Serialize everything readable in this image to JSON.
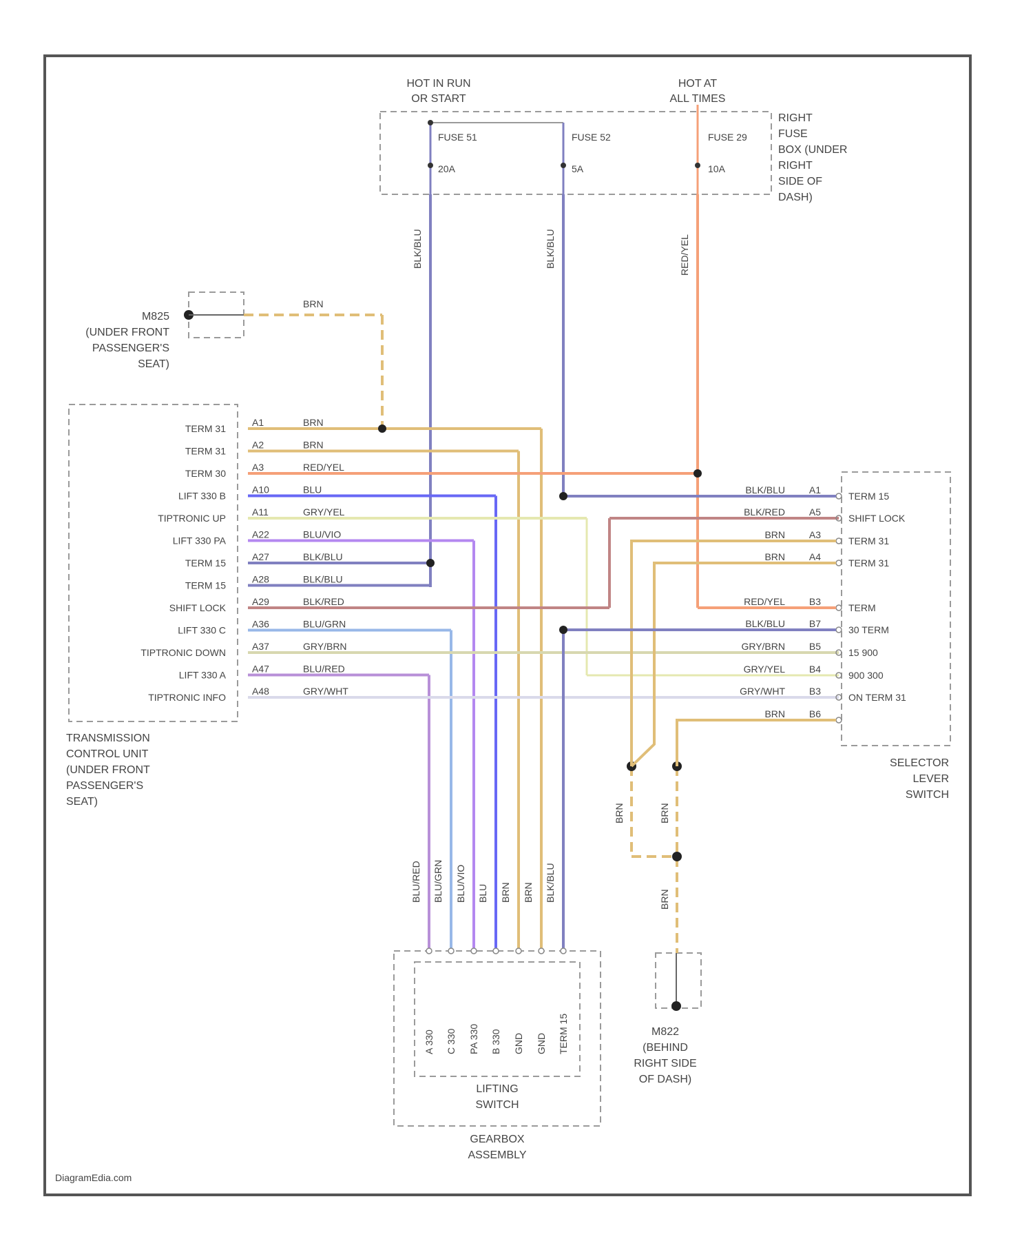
{
  "supplies": {
    "hot_run_start": [
      "HOT IN RUN",
      "OR START"
    ],
    "hot_all_times": [
      "HOT AT",
      "ALL TIMES"
    ]
  },
  "fuse_box": {
    "label": [
      "RIGHT",
      "FUSE",
      "BOX (UNDER",
      "RIGHT",
      "SIDE OF",
      "DASH)"
    ],
    "fuses": [
      {
        "name": "FUSE 51",
        "rating": "20A",
        "wire": "BLK/BLU"
      },
      {
        "name": "FUSE 52",
        "rating": "5A",
        "wire": "BLK/BLU"
      },
      {
        "name": "FUSE 29",
        "rating": "10A",
        "wire": "RED/YEL"
      }
    ]
  },
  "ground_top": {
    "label": [
      "M825",
      "(UNDER FRONT",
      "PASSENGER'S",
      "SEAT)"
    ],
    "wire": "BRN"
  },
  "ground_bottom": {
    "label": [
      "M822",
      "(BEHIND",
      "RIGHT SIDE",
      "OF DASH)"
    ],
    "wire": "BRN"
  },
  "tcu": {
    "label": [
      "TRANSMISSION",
      "CONTROL UNIT",
      "(UNDER FRONT",
      "PASSENGER'S",
      "SEAT)"
    ],
    "pins": [
      {
        "name": "TERM 31",
        "pin": "A1",
        "wire": "BRN",
        "color": "#e0be78"
      },
      {
        "name": "TERM 31",
        "pin": "A2",
        "wire": "BRN",
        "color": "#e0be78"
      },
      {
        "name": "TERM 30",
        "pin": "A3",
        "wire": "RED/YEL",
        "color": "#f5a078"
      },
      {
        "name": "LIFT 330 B",
        "pin": "A10",
        "wire": "BLU",
        "color": "#6868f5"
      },
      {
        "name": "TIPTRONIC UP",
        "pin": "A11",
        "wire": "GRY/YEL",
        "color": "#e5e8b0"
      },
      {
        "name": "LIFT 330 PA",
        "pin": "A22",
        "wire": "BLU/VIO",
        "color": "#b488f0"
      },
      {
        "name": "TERM 15",
        "pin": "A27",
        "wire": "BLK/BLU",
        "color": "#8080c0"
      },
      {
        "name": "TERM 15",
        "pin": "A28",
        "wire": "BLK/BLU",
        "color": "#8080c0"
      },
      {
        "name": "SHIFT LOCK",
        "pin": "A29",
        "wire": "BLK/RED",
        "color": "#c08585"
      },
      {
        "name": "LIFT 330 C",
        "pin": "A36",
        "wire": "BLU/GRN",
        "color": "#98b8e8"
      },
      {
        "name": "TIPTRONIC DOWN",
        "pin": "A37",
        "wire": "GRY/BRN",
        "color": "#d8d8b0"
      },
      {
        "name": "LIFT 330 A",
        "pin": "A47",
        "wire": "BLU/RED",
        "color": "#b890d8"
      },
      {
        "name": "TIPTRONIC INFO",
        "pin": "A48",
        "wire": "GRY/WHT",
        "color": "#dadaea"
      }
    ]
  },
  "selector": {
    "label": [
      "SELECTOR",
      "LEVER",
      "SWITCH"
    ],
    "pins": [
      {
        "wire": "BLK/BLU",
        "pin": "A1",
        "name": "TERM 15"
      },
      {
        "wire": "BLK/RED",
        "pin": "A5",
        "name": "SHIFT LOCK"
      },
      {
        "wire": "BRN",
        "pin": "A3",
        "name": "TERM 31"
      },
      {
        "wire": "BRN",
        "pin": "A4",
        "name": "TERM 31"
      },
      {
        "wire": "RED/YEL",
        "pin": "B3",
        "name": "TERM"
      },
      {
        "wire": "BLK/BLU",
        "pin": "B7",
        "name": "30 TERM"
      },
      {
        "wire": "GRY/BRN",
        "pin": "B5",
        "name": "15 900"
      },
      {
        "wire": "GRY/YEL",
        "pin": "B4",
        "name": "900 300"
      },
      {
        "wire": "GRY/WHT",
        "pin": "B3",
        "name": "ON TERM 31"
      },
      {
        "wire": "BRN",
        "pin": "B6",
        "name": ""
      }
    ]
  },
  "gearbox": {
    "label": [
      "GEARBOX",
      "ASSEMBLY"
    ],
    "switch_label": [
      "LIFTING",
      "SWITCH"
    ],
    "wires": [
      "BLU/RED",
      "BLU/GRN",
      "BLU/VIO",
      "BLU",
      "BRN",
      "BRN",
      "BLK/BLU"
    ],
    "terminals": [
      "A 330",
      "C 330",
      "PA 330",
      "B 330",
      "GND",
      "GND",
      "TERM 15"
    ]
  },
  "vertical_wires": {
    "brn_left": "BRN",
    "brn_right": "BRN",
    "brn_ground": "BRN"
  },
  "footer": "DiagramEdia.com",
  "colors": {
    "blk_blu": "#8080c0",
    "red_yel": "#f5a078",
    "brn": "#e0be78"
  }
}
